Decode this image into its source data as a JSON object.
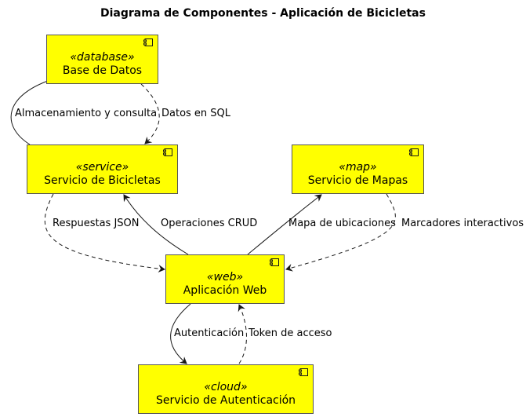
{
  "title": "Diagrama de Componentes - Aplicación de Bicicletas",
  "components": {
    "database": {
      "stereotype": "«database»",
      "name": "Base de Datos"
    },
    "service": {
      "stereotype": "«service»",
      "name": "Servicio de Bicicletas"
    },
    "map": {
      "stereotype": "«map»",
      "name": "Servicio de Mapas"
    },
    "web": {
      "stereotype": "«web»",
      "name": "Aplicación Web"
    },
    "cloud": {
      "stereotype": "«cloud»",
      "name": "Servicio de Autenticación"
    }
  },
  "edges": {
    "almacenamiento": "Almacenamiento y consulta",
    "datos_sql": "Datos en SQL",
    "respuestas_json": "Respuestas JSON",
    "operaciones_crud": "Operaciones CRUD",
    "mapa_ubicaciones": "Mapa de ubicaciones",
    "marcadores": "Marcadores interactivos",
    "autenticacion": "Autenticación",
    "token": "Token de acceso"
  },
  "colors": {
    "component_fill": "#ffff00",
    "stroke": "#181818"
  }
}
